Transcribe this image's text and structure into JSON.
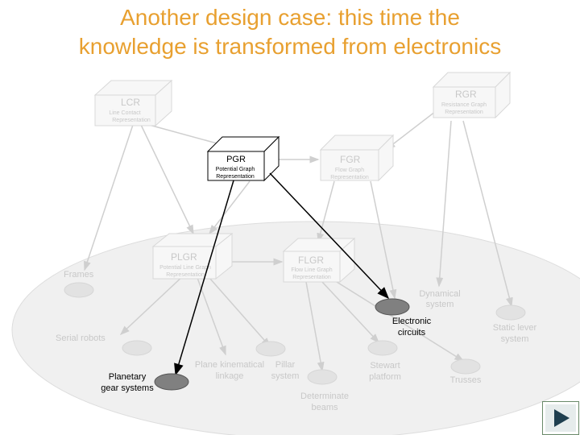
{
  "title": {
    "line1": "Another design case: this time the",
    "line2": "knowledge is transformed from electronics"
  },
  "reps": {
    "lcr": {
      "abbr": "LCR",
      "line1": "Line Contact",
      "line2": "Representation"
    },
    "rgr": {
      "abbr": "RGR",
      "line1": "Resistance Graph",
      "line2": "Representation"
    },
    "pgr": {
      "abbr": "PGR",
      "line1": "Potential Graph",
      "line2": "Representation"
    },
    "fgr": {
      "abbr": "FGR",
      "line1": "Flow Graph",
      "line2": "Representation"
    },
    "plgr": {
      "abbr": "PLGR",
      "line1": "Potential Line Graph",
      "line2": "Representation"
    },
    "flgr": {
      "abbr": "FLGR",
      "line1": "Flow Line Graph",
      "line2": "Representation"
    }
  },
  "systems": {
    "frames": "Frames",
    "dynamical_1": "Dynamical",
    "dynamical_2": "system",
    "electronic_1": "Electronic",
    "electronic_2": "circuits",
    "serial_robots": "Serial robots",
    "static_lever_1": "Static lever",
    "static_lever_2": "system",
    "planetary_1": "Planetary",
    "planetary_2": "gear systems",
    "plane_kinematical_1": "Plane kinematical",
    "plane_kinematical_2": "linkage",
    "pillar_1": "Pillar",
    "pillar_2": "system",
    "stewart_1": "Stewart",
    "stewart_2": "platform",
    "trusses": "Trusses",
    "determinate_1": "Determinate",
    "determinate_2": "beams"
  },
  "nav": {
    "icon": "play-next-icon"
  },
  "colors": {
    "title": "#e8a030",
    "faded": "#c8c8c8",
    "highlight": "#000000"
  }
}
